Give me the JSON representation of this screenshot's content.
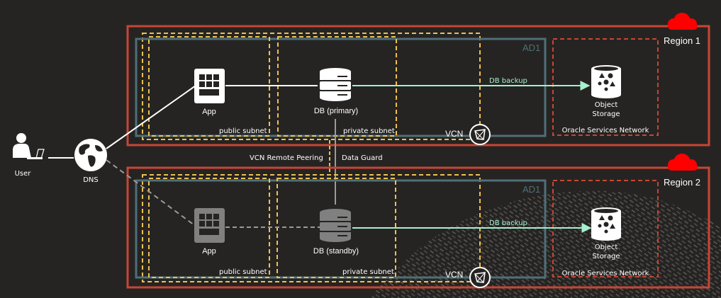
{
  "colors": {
    "background": "#262422",
    "region_border": "#c74634",
    "region_cloud": "#ff0000",
    "ad_border": "#4f6f78",
    "subnet_border": "#f0c050",
    "osn_border": "#c74634",
    "backup_line": "#a6f0d0",
    "standby_gray": "#808080"
  },
  "user": {
    "label": "User"
  },
  "dns": {
    "label": "DNS"
  },
  "peering": {
    "vcn_remote_peering": "VCN Remote Peering",
    "data_guard": "Data Guard"
  },
  "regions": [
    {
      "name": "Region 1",
      "ad": "AD1",
      "vcn": "VCN",
      "public_subnet": "public subnet",
      "private_subnet": "private subnet",
      "app": {
        "label": "App",
        "state": "active"
      },
      "db": {
        "label": "DB (primary)",
        "state": "active"
      },
      "backup": "DB backup",
      "object_storage": [
        "Object",
        "Storage"
      ],
      "osn": "Oracle Services Network"
    },
    {
      "name": "Region 2",
      "ad": "AD1",
      "vcn": "VCN",
      "public_subnet": "public subnet",
      "private_subnet": "private subnet",
      "app": {
        "label": "App",
        "state": "standby"
      },
      "db": {
        "label": "DB (standby)",
        "state": "standby"
      },
      "backup": "DB backup",
      "object_storage": [
        "Object",
        "Storage"
      ],
      "osn": "Oracle Services Network"
    }
  ]
}
